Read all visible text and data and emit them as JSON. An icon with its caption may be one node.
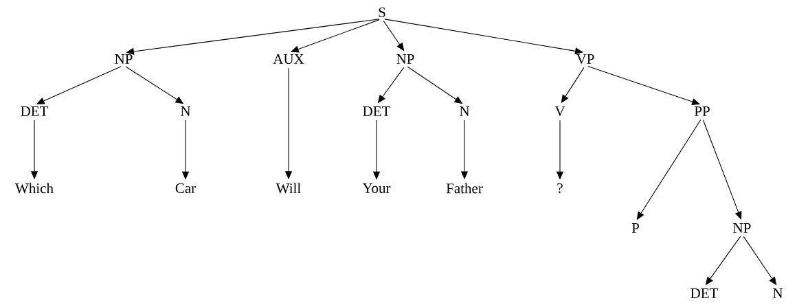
{
  "diagram": {
    "nodes": [
      {
        "text": [
          "S"
        ]
      },
      {
        "text": [
          "NP"
        ]
      },
      {
        "text": [
          "AUX"
        ]
      },
      {
        "text": [
          "NP"
        ]
      },
      {
        "text": [
          "VP"
        ]
      },
      {
        "text": [
          "DET"
        ]
      },
      {
        "text": [
          "N"
        ]
      },
      {
        "text": [
          "DET"
        ]
      },
      {
        "text": [
          "N"
        ]
      },
      {
        "text": [
          "V"
        ]
      },
      {
        "text": [
          "PP"
        ]
      },
      {
        "text": [
          "Which"
        ]
      },
      {
        "text": [
          "Car"
        ]
      },
      {
        "text": [
          "Will"
        ]
      },
      {
        "text": [
          "Your"
        ]
      },
      {
        "text": [
          "Father"
        ]
      },
      {
        "text": [
          "?"
        ]
      },
      {
        "text": [
          "P"
        ]
      },
      {
        "text": [
          "NP"
        ]
      },
      {
        "text": [
          "DET"
        ]
      },
      {
        "text": [
          "N"
        ]
      }
    ],
    "edges": [
      {
        "from": 0,
        "to": 1,
        "arrow": "to"
      },
      {
        "from": 0,
        "to": 2,
        "arrow": "to"
      },
      {
        "from": 0,
        "to": 3,
        "arrow": "to"
      },
      {
        "from": 0,
        "to": 4,
        "arrow": "to"
      },
      {
        "from": 1,
        "to": 5,
        "arrow": "to"
      },
      {
        "from": 1,
        "to": 6,
        "arrow": "to"
      },
      {
        "from": 3,
        "to": 7,
        "arrow": "to"
      },
      {
        "from": 3,
        "to": 8,
        "arrow": "to"
      },
      {
        "from": 4,
        "to": 9,
        "arrow": "to"
      },
      {
        "from": 4,
        "to": 10,
        "arrow": "to"
      },
      {
        "from": 5,
        "to": 11,
        "arrow": "to"
      },
      {
        "from": 6,
        "to": 12,
        "arrow": "to"
      },
      {
        "from": 2,
        "to": 13,
        "arrow": "to"
      },
      {
        "from": 7,
        "to": 14,
        "arrow": "to"
      },
      {
        "from": 8,
        "to": 15,
        "arrow": "to"
      },
      {
        "from": 9,
        "to": 16,
        "arrow": "to"
      },
      {
        "from": 10,
        "to": 17,
        "arrow": "to"
      },
      {
        "from": 10,
        "to": 18,
        "arrow": "to"
      },
      {
        "from": 18,
        "to": 19,
        "arrow": "to"
      },
      {
        "from": 18,
        "to": 20,
        "arrow": "to"
      }
    ]
  }
}
